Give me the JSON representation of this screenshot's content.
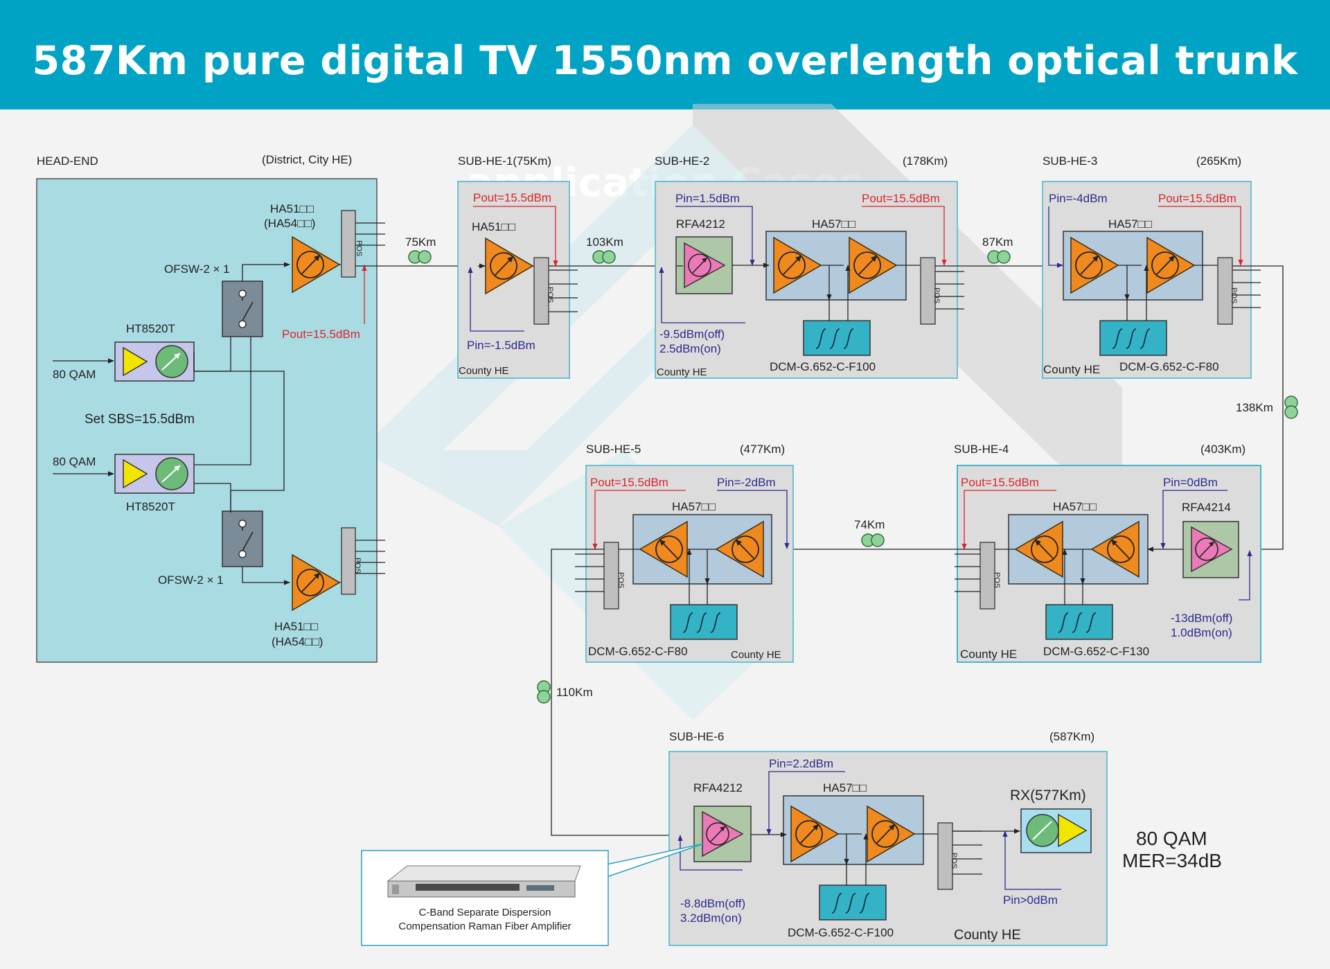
{
  "title": "587Km pure digital TV 1550nm overlength optical trunk application Cases",
  "headend": {
    "label": "HEAD-END",
    "scope": "(District, City HE)",
    "ha_top_1": "HA51□□",
    "ha_top_2": "(HA54□□)",
    "ha_bot_1": "HA51□□",
    "ha_bot_2": "(HA54□□)",
    "ofsw_top": "OFSW-2 × 1",
    "ofsw_bot": "OFSW-2 × 1",
    "ht_top": "HT8520T",
    "ht_bot": "HT8520T",
    "qam_top": "80 QAM",
    "qam_bot": "80 QAM",
    "sbs": "Set SBS=15.5dBm",
    "pout": "Pout=15.5dBm"
  },
  "sub1": {
    "label": "SUB-HE-1(75Km)",
    "pout": "Pout=15.5dBm",
    "amp": "HA51□□",
    "pin": "Pin=-1.5dBm",
    "county": "County HE"
  },
  "sub2": {
    "label": "SUB-HE-2",
    "dist": "(178Km)",
    "pin": "Pin=1.5dBm",
    "pout": "Pout=15.5dBm",
    "rfa": "RFA4212",
    "ha": "HA57□□",
    "raman_off": "-9.5dBm(off)",
    "raman_on": "2.5dBm(on)",
    "county": "County HE",
    "dcm": "DCM-G.652-C-F100"
  },
  "sub3": {
    "label": "SUB-HE-3",
    "dist": "(265Km)",
    "pin": "Pin=-4dBm",
    "pout": "Pout=15.5dBm",
    "ha": "HA57□□",
    "county": "County HE",
    "dcm": "DCM-G.652-C-F80"
  },
  "sub4": {
    "label": "SUB-HE-4",
    "dist": "(403Km)",
    "pout": "Pout=15.5dBm",
    "pin": "Pin=0dBm",
    "ha": "HA57□□",
    "rfa": "RFA4214",
    "raman_off": "-13dBm(off)",
    "raman_on": "1.0dBm(on)",
    "county": "County HE",
    "dcm": "DCM-G.652-C-F130"
  },
  "sub5": {
    "label": "SUB-HE-5",
    "dist": "(477Km)",
    "pout": "Pout=15.5dBm",
    "pin": "Pin=-2dBm",
    "ha": "HA57□□",
    "dcm": "DCM-G.652-C-F80",
    "county": "County HE"
  },
  "sub6": {
    "label": "SUB-HE-6",
    "dist": "(587Km)",
    "pin": "Pin=2.2dBm",
    "rfa": "RFA4212",
    "ha": "HA57□□",
    "rx": "RX(577Km)",
    "raman_off": "-8.8dBm(off)",
    "raman_on": "3.2dBm(on)",
    "dcm": "DCM-G.652-C-F100",
    "rx_pin": "Pin>0dBm",
    "county": "County HE"
  },
  "fibers": {
    "f1": "75Km",
    "f2": "103Km",
    "f3": "87Km",
    "f4": "138Km",
    "f5": "74Km",
    "f6": "110Km"
  },
  "pos_label": "POS",
  "result": {
    "line1": "80  QAM",
    "line2": "MER=34dB"
  },
  "callout": {
    "line1": "C-Band Separate Dispersion",
    "line2": "Compensation Raman Fiber Amplifier"
  },
  "colors": {
    "banner": "#00a3c4",
    "headend_fill": "#a9dbe2",
    "sub_fill": "#dcdcdc",
    "box_border": "#45b5cc",
    "amp_orange": "#f08a1e",
    "raman_pink": "#ec7ab8",
    "pout_red": "#d9252a",
    "pin_blue": "#2c2a8c"
  }
}
